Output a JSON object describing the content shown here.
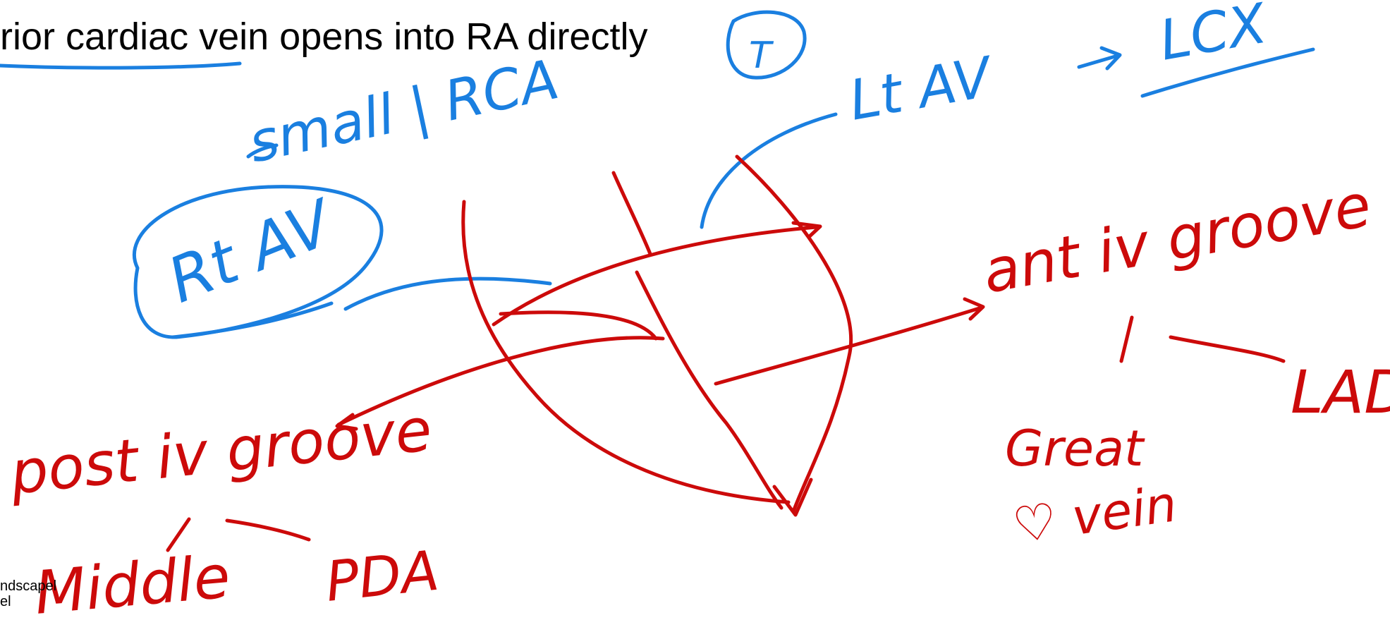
{
  "slide": {
    "title": "erior cardiac vein opens into RA directly",
    "footer": "ndscapel\nel"
  },
  "colors": {
    "blue": "#1a7fe0",
    "red": "#cc0a0a",
    "text": "#000000"
  },
  "annotations": {
    "circled_mark": "T",
    "small_rca": "small | RCA",
    "rt_av": "Rt AV",
    "lt_av": "Lt AV",
    "lcx": "LCX",
    "ant_iv_groove": "ant iv groove",
    "lad": "LAD",
    "great_vein": "Great",
    "heart_vein": "♡ vein",
    "post_iv_groove": "post iv groove",
    "middle": "Middle",
    "pda": "PDA"
  }
}
